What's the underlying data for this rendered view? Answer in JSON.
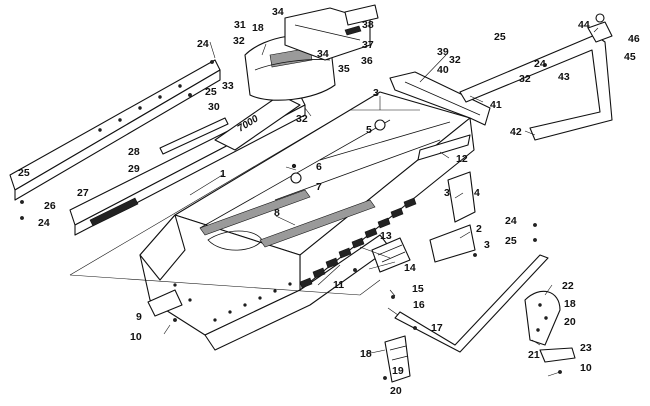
{
  "diagram": {
    "callouts": [
      {
        "label": "1"
      },
      {
        "label": "2"
      },
      {
        "label": "3"
      },
      {
        "label": "3"
      },
      {
        "label": "3"
      },
      {
        "label": "4"
      },
      {
        "label": "5"
      },
      {
        "label": "6"
      },
      {
        "label": "7"
      },
      {
        "label": "8"
      },
      {
        "label": "9"
      },
      {
        "label": "10"
      },
      {
        "label": "10"
      },
      {
        "label": "11"
      },
      {
        "label": "12"
      },
      {
        "label": "13"
      },
      {
        "label": "14"
      },
      {
        "label": "15"
      },
      {
        "label": "16"
      },
      {
        "label": "17"
      },
      {
        "label": "18"
      },
      {
        "label": "18"
      },
      {
        "label": "18"
      },
      {
        "label": "19"
      },
      {
        "label": "20"
      },
      {
        "label": "20"
      },
      {
        "label": "21"
      },
      {
        "label": "22"
      },
      {
        "label": "23"
      },
      {
        "label": "24"
      },
      {
        "label": "24"
      },
      {
        "label": "24"
      },
      {
        "label": "24"
      },
      {
        "label": "25"
      },
      {
        "label": "25"
      },
      {
        "label": "25"
      },
      {
        "label": "25"
      },
      {
        "label": "26"
      },
      {
        "label": "27"
      },
      {
        "label": "28"
      },
      {
        "label": "29"
      },
      {
        "label": "30"
      },
      {
        "label": "31"
      },
      {
        "label": "32"
      },
      {
        "label": "32"
      },
      {
        "label": "32"
      },
      {
        "label": "32"
      },
      {
        "label": "33"
      },
      {
        "label": "34"
      },
      {
        "label": "34"
      },
      {
        "label": "35"
      },
      {
        "label": "36"
      },
      {
        "label": "37"
      },
      {
        "label": "38"
      },
      {
        "label": "39"
      },
      {
        "label": "40"
      },
      {
        "label": "41"
      },
      {
        "label": "42"
      },
      {
        "label": "43"
      },
      {
        "label": "44"
      },
      {
        "label": "45"
      },
      {
        "label": "46"
      }
    ],
    "decal_text": "7000"
  }
}
